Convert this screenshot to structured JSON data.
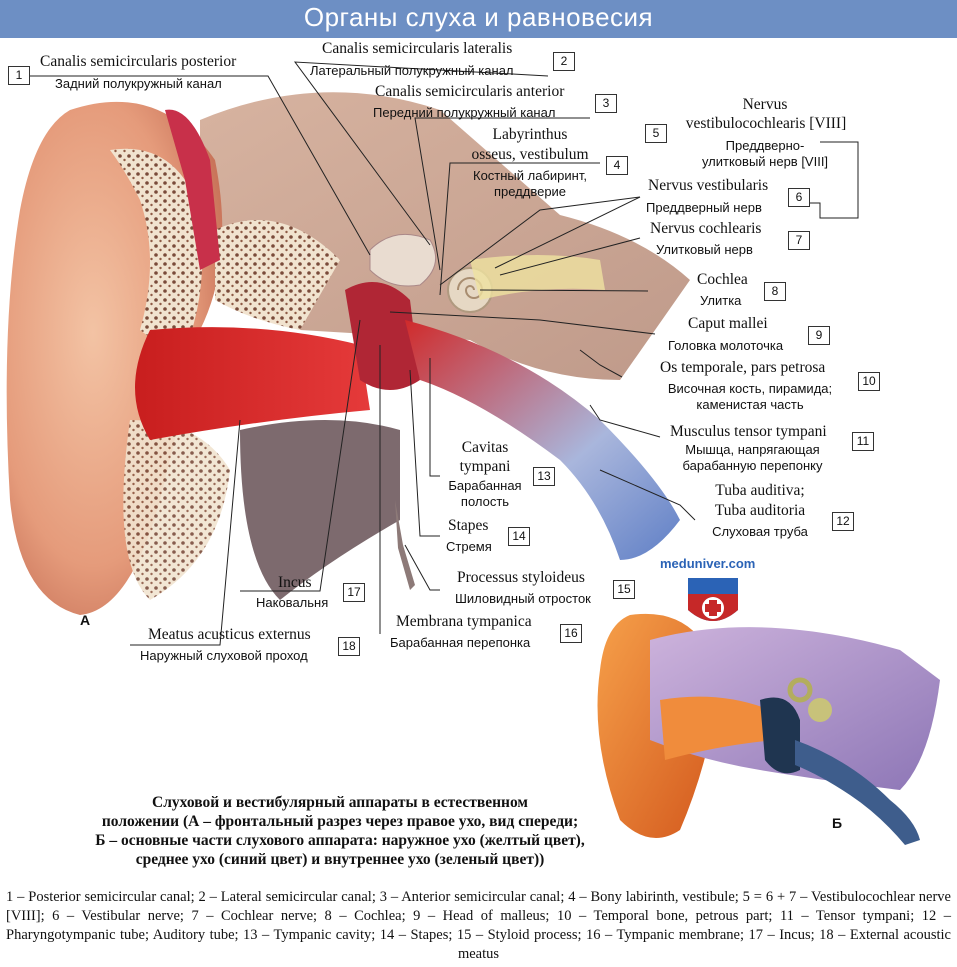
{
  "title": "Органы слуха и равновесия",
  "brand": "meduniver.com",
  "labels": [
    {
      "n": "1",
      "lat": "Canalis semicircularis posterior",
      "ru": "Задний полукружный канал"
    },
    {
      "n": "2",
      "lat": "Canalis semicircularis lateralis",
      "ru": "Латеральный полукружный канал"
    },
    {
      "n": "3",
      "lat": "Canalis semicircularis anterior",
      "ru": "Передний полукружный канал"
    },
    {
      "n": "4",
      "lat1": "Labyrinthus",
      "lat2": "osseus, vestibulum",
      "ru1": "Костный лабиринт,",
      "ru2": "преддверие"
    },
    {
      "n": "5",
      "lat1": "Nervus",
      "lat2": "vestibulocochlearis [VIII]",
      "ru1": "Преддверно-",
      "ru2": "улитковый нерв [VIII]"
    },
    {
      "n": "6",
      "lat": "Nervus vestibularis",
      "ru": "Преддверный нерв"
    },
    {
      "n": "7",
      "lat": "Nervus cochlearis",
      "ru": "Улитковый нерв"
    },
    {
      "n": "8",
      "lat": "Cochlea",
      "ru": "Улитка"
    },
    {
      "n": "9",
      "lat": "Caput mallei",
      "ru": "Головка молоточка"
    },
    {
      "n": "10",
      "lat": "Os temporale, pars petrosa",
      "ru1": "Височная кость, пирамида;",
      "ru2": "каменистая часть"
    },
    {
      "n": "11",
      "lat": "Musculus tensor tympani",
      "ru1": "Мышца, напрягающая",
      "ru2": "барабанную перепонку"
    },
    {
      "n": "12",
      "lat1": "Tuba auditiva;",
      "lat2": "Tuba auditoria",
      "ru": "Слуховая труба"
    },
    {
      "n": "13",
      "lat1": "Cavitas",
      "lat2": "tympani",
      "ru1": "Барабанная",
      "ru2": "полость"
    },
    {
      "n": "14",
      "lat": "Stapes",
      "ru": "Стремя"
    },
    {
      "n": "15",
      "lat": "Processus styloideus",
      "ru": "Шиловидный отросток"
    },
    {
      "n": "16",
      "lat": "Membrana tympanica",
      "ru": "Барабанная перепонка"
    },
    {
      "n": "17",
      "lat": "Incus",
      "ru": "Наковальня"
    },
    {
      "n": "18",
      "lat": "Meatus acusticus externus",
      "ru": "Наружный слуховой проход"
    }
  ],
  "letters": {
    "a": "А",
    "b": "Б"
  },
  "caption": [
    "Слуховой и вестибулярный аппараты в естественном",
    "положении (А – фронтальный разрез через правое ухо, вид спереди;",
    "Б – основные части слухового аппарата: наружное ухо (желтый цвет),",
    "среднее ухо (синий цвет) и внутреннее ухо (зеленый цвет))"
  ],
  "footnote": "1 – Posterior semicircular canal; 2 – Lateral semicircular canal; 3 – Anterior semicircular canal; 4 – Bony labirinth, vestibule; 5 = 6 + 7 – Vestibulocochlear nerve [VIII]; 6 – Vestibular nerve; 7 – Cochlear nerve; 8 – Cochlea; 9 – Head of malleus; 10 – Temporal bone, petrous part; 11 – Tensor tympani; 12 – Pharyngotympanic tube; Auditory tube; 13 – Tympanic cavity; 14 – Stapes; 15 – Styloid process; 16 – Tympanic membrane; 17 – Incus; 18 – External acoustic meatus"
}
